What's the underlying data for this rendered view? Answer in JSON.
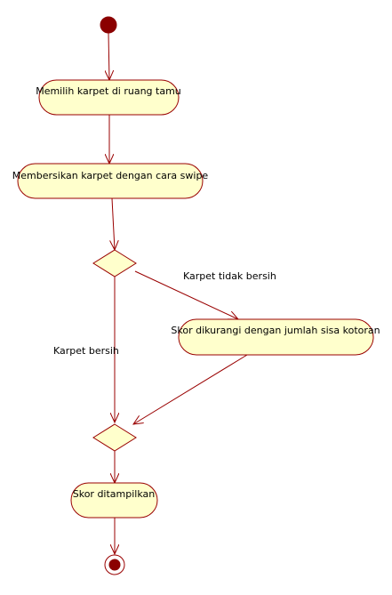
{
  "colors": {
    "node_fill": "#ffffcc",
    "node_stroke": "#990000",
    "edge": "#990000",
    "start_fill": "#8b0000"
  },
  "nodes": {
    "action_1": "Memilih karpet di ruang tamu",
    "action_2": "Membersikan karpet dengan cara swipe",
    "action_3": "Skor dikurangi dengan jumlah sisa kotoran",
    "action_4": "Skor ditampilkan"
  },
  "edges": {
    "guard_not_clean": "Karpet tidak bersih",
    "guard_clean": "Karpet bersih"
  }
}
